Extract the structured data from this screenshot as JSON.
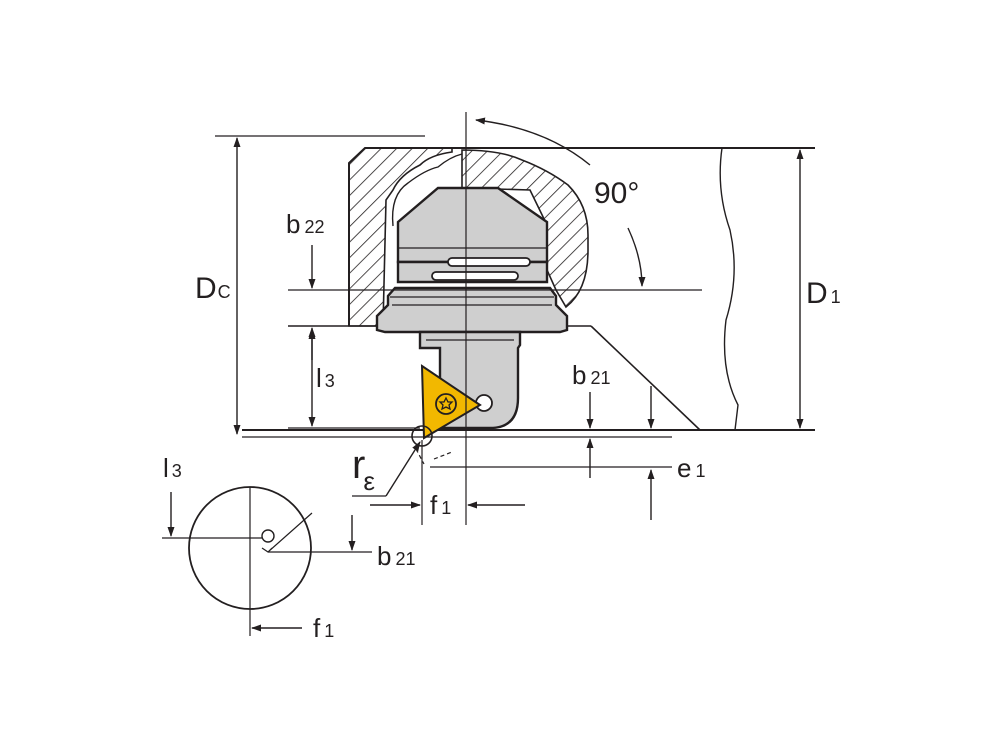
{
  "labels": {
    "angle": "90°",
    "b22_main": "b",
    "b22_sub": "22",
    "dc_main": "D",
    "dc_sub": "C",
    "d1_main": "D",
    "d1_sub": "1",
    "l3_main": "l",
    "l3_sub": "3",
    "b21_main": "b",
    "b21_sub": "21",
    "re_main": "r",
    "re_sub": "ε",
    "f1_main": "f",
    "f1_sub": "1",
    "e1_main": "e",
    "e1_sub": "1",
    "l3b_main": "l",
    "l3b_sub": "3",
    "b21b_main": "b",
    "b21b_sub": "21",
    "f1b_main": "f",
    "f1b_sub": "1"
  },
  "colors": {
    "line": "#231f20",
    "insert": "#f2b800",
    "body_fill": "#cfcfcf",
    "body_light": "#e3e3e3"
  }
}
